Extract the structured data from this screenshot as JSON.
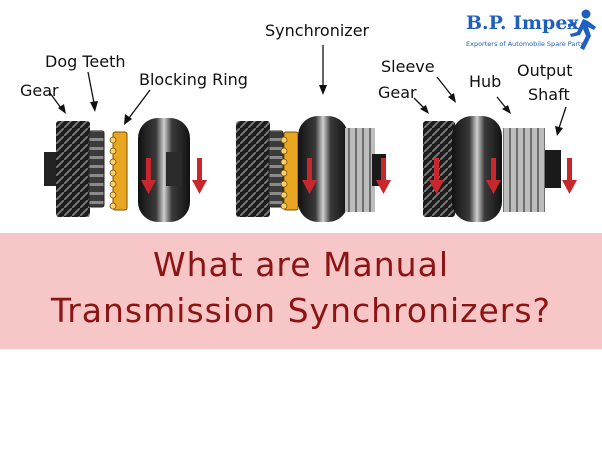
{
  "labels": {
    "gear_left": "Gear",
    "dog_teeth": "Dog Teeth",
    "blocking_ring": "Blocking Ring",
    "synchronizer": "Synchronizer",
    "sleeve": "Sleeve",
    "gear_right": "Gear",
    "hub": "Hub",
    "output": "Output",
    "shaft": "Shaft"
  },
  "logo": {
    "title": "B.P. Impex",
    "subtitle": "Exporters of Automobile Spare Parts",
    "icon": "runner-icon"
  },
  "banner": {
    "line1": "What are Manual",
    "line2": "Transmission Synchronizers?"
  },
  "colors": {
    "banner_bg": "#f7c6c6",
    "banner_text": "#8b1414",
    "arrow_red": "#c8282d",
    "blocking_ring": "#e8a623",
    "logo_blue": "#1f5fbf"
  }
}
